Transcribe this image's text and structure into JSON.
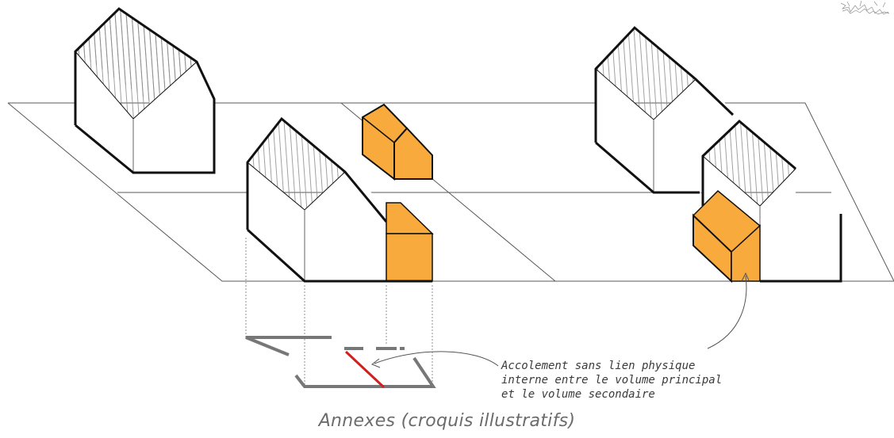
{
  "annotation": {
    "lines": [
      "Accolement sans lien physique",
      "interne entre le volume principal",
      "et le volume secondaire"
    ]
  },
  "caption": "Annexes (croquis illustratifs)",
  "colors": {
    "annex": "#f8ab3c",
    "party_wall": "#d11f1f",
    "outline": "#111111",
    "ground": "#555555",
    "plan": "#777777"
  }
}
